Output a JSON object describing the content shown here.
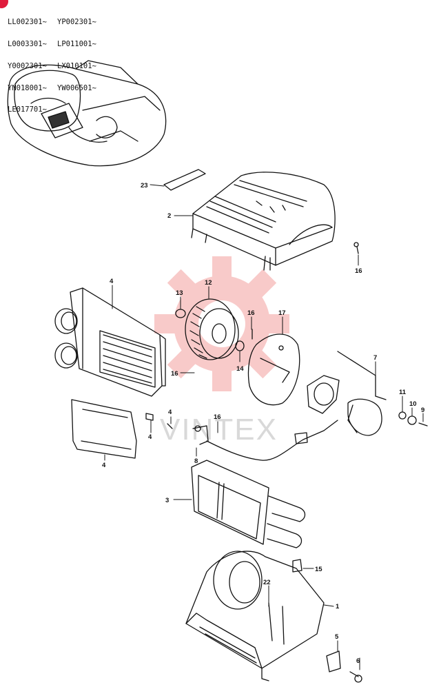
{
  "serial_ranges": {
    "left": [
      "LL002301~",
      "L0003301~",
      "Y0002301~",
      "YN018001~",
      "LE017701~"
    ],
    "right": [
      "YP002301~",
      "LP011001~",
      "LX010101~",
      "YW006501~"
    ]
  },
  "watermark": {
    "text": "VINTEX",
    "color": "#e8433f"
  },
  "callouts": [
    {
      "id": "c23",
      "text": "23"
    },
    {
      "id": "c2",
      "text": "2"
    },
    {
      "id": "c16a",
      "text": "16"
    },
    {
      "id": "c4a",
      "text": "4"
    },
    {
      "id": "c13",
      "text": "13"
    },
    {
      "id": "c12",
      "text": "12"
    },
    {
      "id": "c16b",
      "text": "16"
    },
    {
      "id": "c17",
      "text": "17"
    },
    {
      "id": "c14",
      "text": "14"
    },
    {
      "id": "c16c",
      "text": "16"
    },
    {
      "id": "c7",
      "text": "7"
    },
    {
      "id": "c11",
      "text": "11"
    },
    {
      "id": "c10",
      "text": "10"
    },
    {
      "id": "c9",
      "text": "9"
    },
    {
      "id": "c4b",
      "text": "4"
    },
    {
      "id": "c4c",
      "text": "4"
    },
    {
      "id": "c16d",
      "text": "16"
    },
    {
      "id": "c8",
      "text": "8"
    },
    {
      "id": "c4d",
      "text": "4"
    },
    {
      "id": "c3",
      "text": "3"
    },
    {
      "id": "c15",
      "text": "15"
    },
    {
      "id": "c22",
      "text": "22"
    },
    {
      "id": "c1",
      "text": "1"
    },
    {
      "id": "c5",
      "text": "5"
    },
    {
      "id": "c6",
      "text": "6"
    }
  ]
}
